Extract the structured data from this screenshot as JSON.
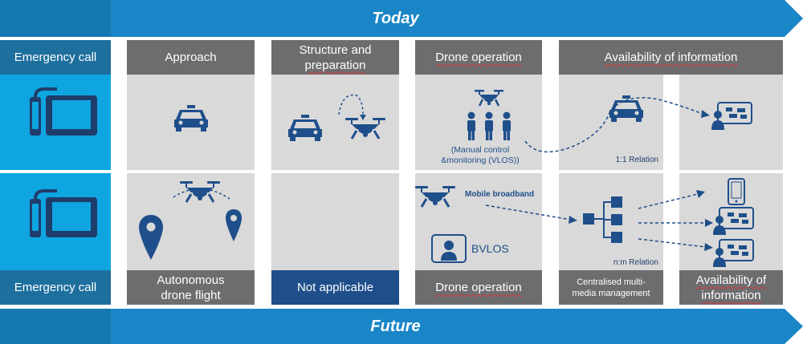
{
  "banners": {
    "top": "Today",
    "bottom": "Future"
  },
  "left": {
    "top_label": "Emergency call",
    "bottom_label": "Emergency call"
  },
  "today": {
    "approach": "Approach",
    "structure_line1": "Structure",
    "structure_line2": "and",
    "structure_line3": "preparation",
    "drone_operation": "Drone operation",
    "availability": "Availability of information",
    "manual_line1": "(Manual control",
    "manual_line2": "&monitoring (VLOS))",
    "relation": "1:1 Relation"
  },
  "future": {
    "autonomous_line1": "Autonomous",
    "autonomous_line2": "drone flight",
    "not_applicable": "Not applicable",
    "drone_operation": "Drone operation",
    "centralised_line1": "Centralised multi-",
    "centralised_line2": "media management",
    "availability_line1": "Availability of",
    "availability_line2": "information",
    "mobile_broadband": "Mobile broadband",
    "bvlos": "BVLOS",
    "relation": "n:m Relation"
  },
  "colors": {
    "banner": "#1a86c7",
    "light_blue": "#0ea5e0",
    "dark_blue": "#1d6f9e",
    "navy": "#1f4f8a",
    "panel": "#d9d9d9",
    "header_grey": "#6d6d70"
  },
  "icons": [
    "phone-tablet-icon",
    "police-car-icon",
    "drone-icon",
    "person-icon",
    "map-pin-icon",
    "monitor-person-icon",
    "network-tree-icon",
    "smartphone-icon"
  ]
}
